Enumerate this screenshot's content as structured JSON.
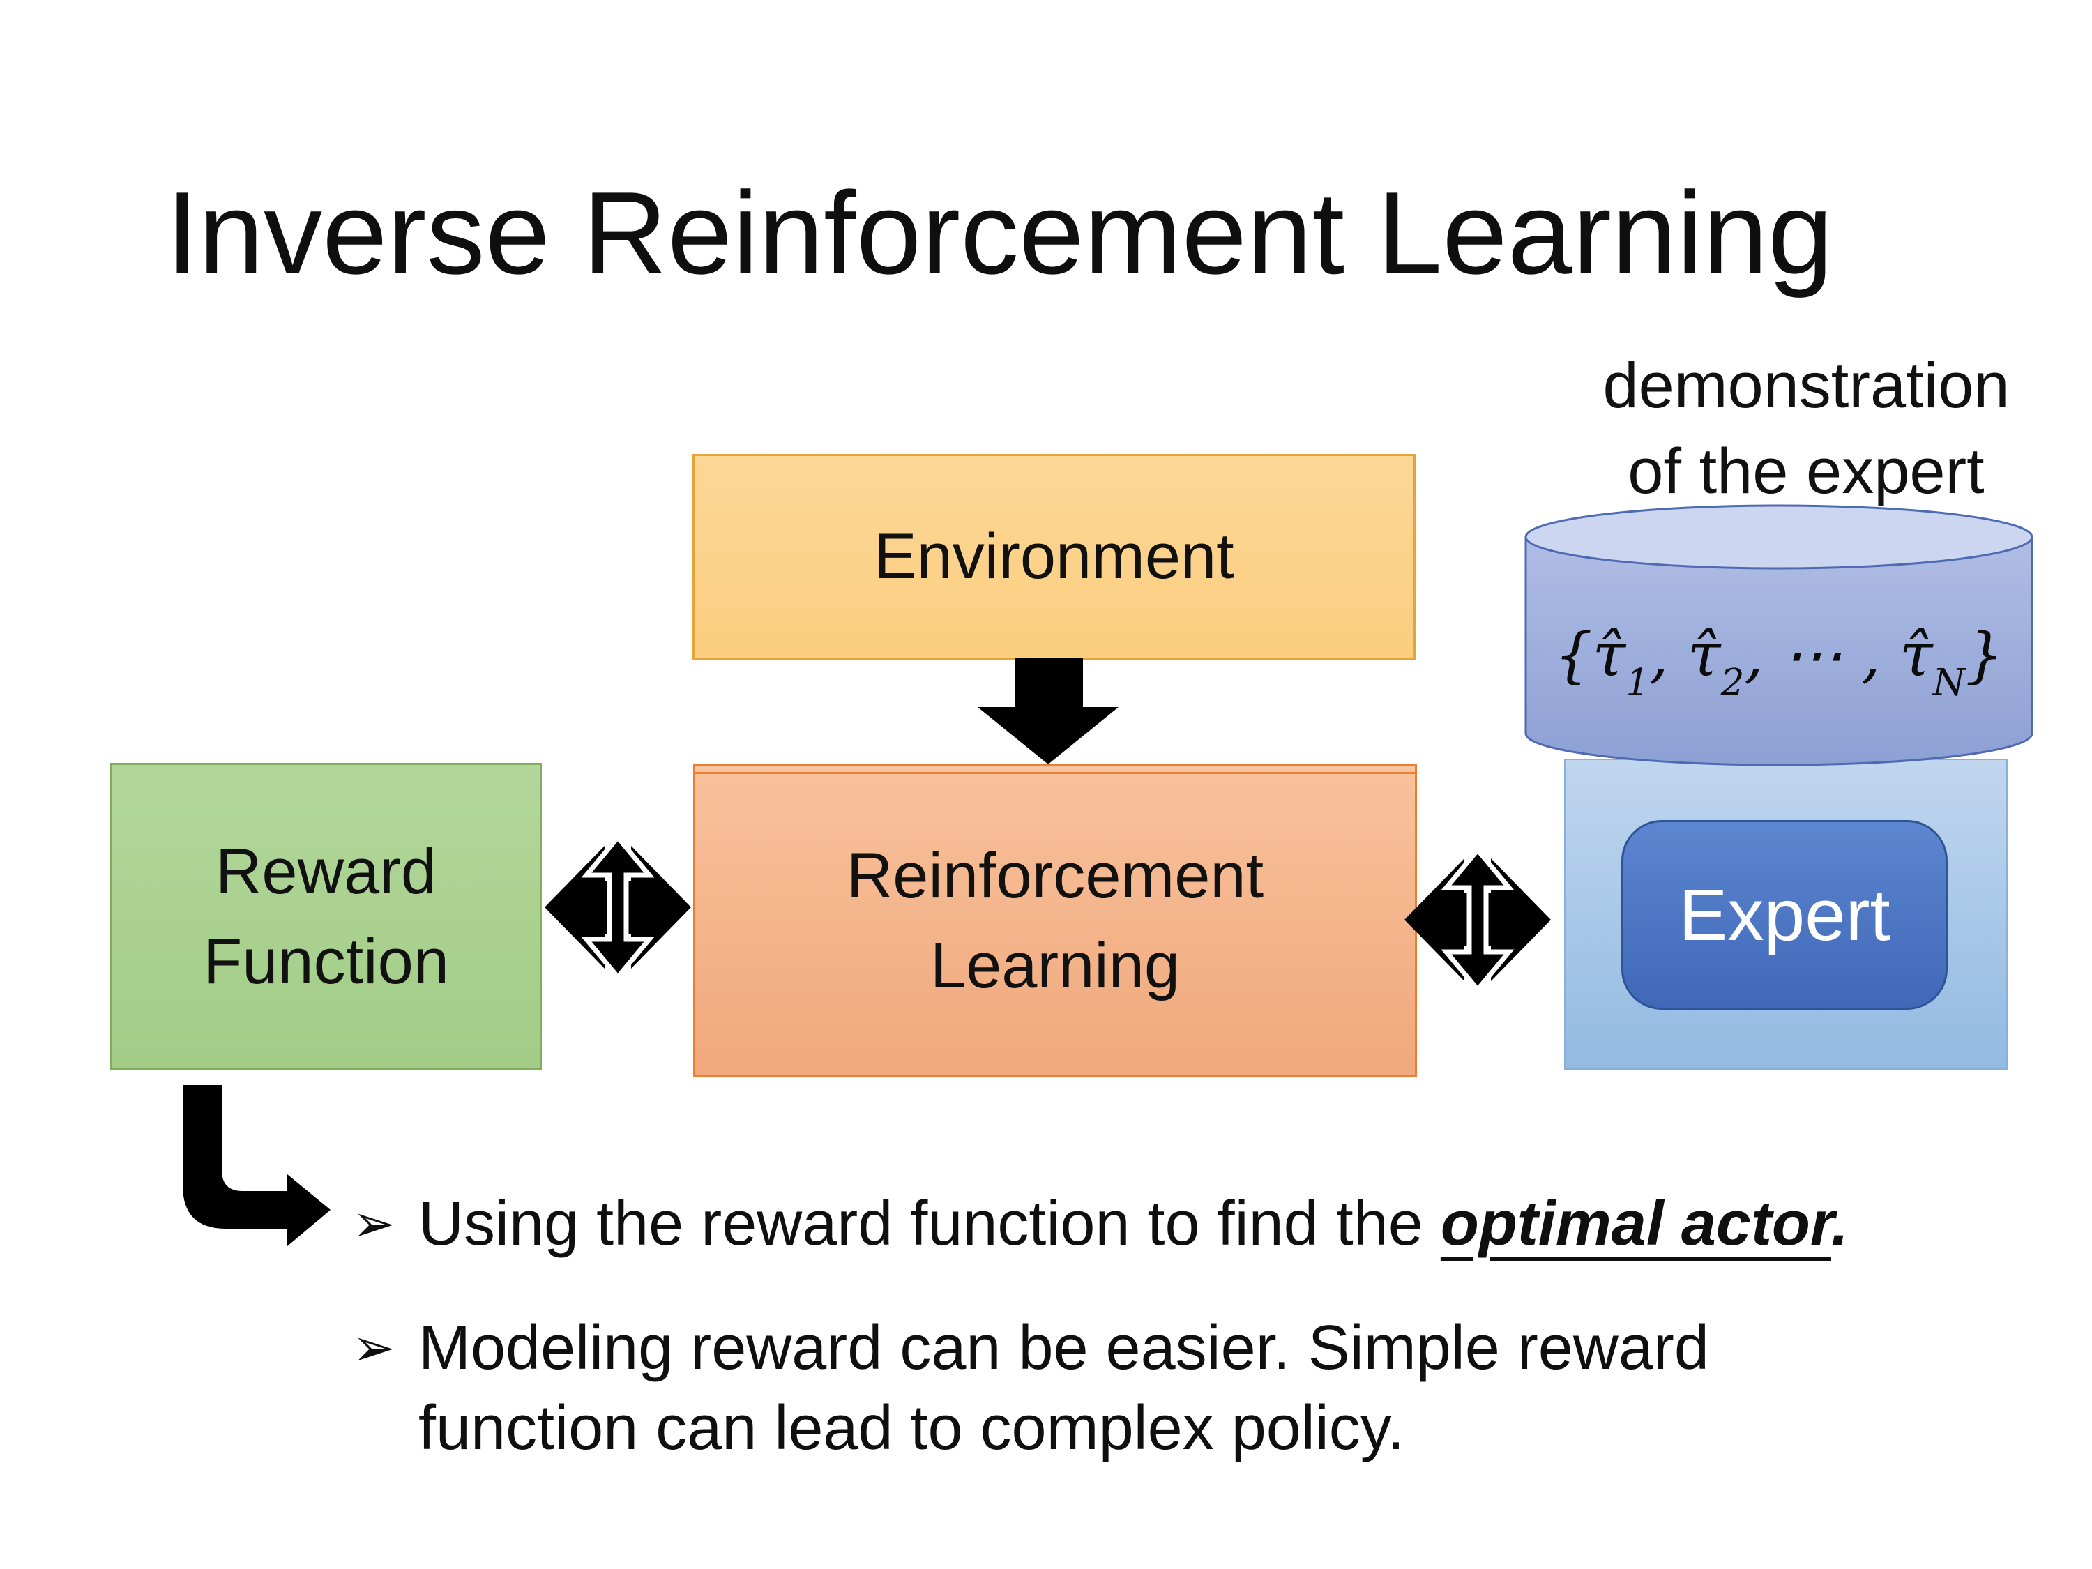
{
  "title": "Inverse Reinforcement Learning",
  "diagram": {
    "demo_label_line1": "demonstration",
    "demo_label_line2": "of the expert",
    "environment_label": "Environment",
    "reward_line1": "Reward",
    "reward_line2": "Function",
    "rl_line1": "Reinforcement",
    "rl_line2": "Learning",
    "expert_label": "Expert"
  },
  "formula": {
    "p1": "{τ̂",
    "s1": "1",
    "p2": ", τ̂",
    "s2": "2",
    "p3": ", ⋯ , τ̂",
    "s3": "N",
    "p4": "}"
  },
  "bullets": {
    "marker": "➢",
    "item1_prefix": "Using the reward function to find the ",
    "item1_emphasis": "optimal actor",
    "item1_suffix": ".",
    "item2_text": "Modeling reward can be easier. Simple reward function can lead to complex policy."
  },
  "colors": {
    "environment_fill": "#fcd28b",
    "environment_border": "#e7a33b",
    "reward_fill": "#a9d18e",
    "reward_border": "#7fae5d",
    "rl_fill": "#f4b183",
    "rl_border": "#ed7d31",
    "expert_outer_fill": "#9dc3e6",
    "expert_inner_fill": "#4472c4",
    "expert_inner_border": "#2f5597",
    "cylinder_top_fill": "#cdd6f0",
    "cylinder_body_fill": "#96a9d8",
    "cylinder_border": "#4e6ab3",
    "arrow_color": "#000000",
    "text_color": "#0f0f0f",
    "background": "#ffffff"
  }
}
